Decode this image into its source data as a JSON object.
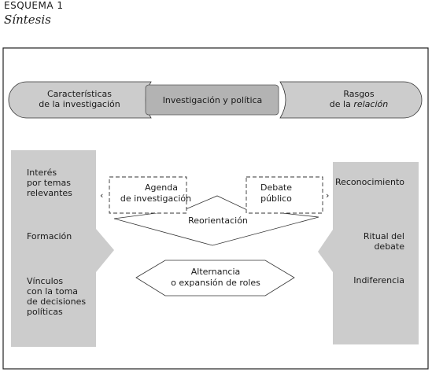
{
  "header": {
    "label": "ESQUEMA 1",
    "title": "Síntesis"
  },
  "top_row": {
    "left": [
      "Características",
      "de la investigación"
    ],
    "center": "Investigación y política",
    "right_line1": "Rasgos",
    "right_line2_prefix": "de la ",
    "right_line2_italic": "relación"
  },
  "left_panel": {
    "items": [
      [
        "Interés",
        "por temas",
        "relevantes"
      ],
      [
        "Formación"
      ],
      [
        "Vínculos",
        "con la toma",
        "de decisiones",
        "políticas"
      ]
    ]
  },
  "right_panel": {
    "items": [
      [
        "Reconocimiento"
      ],
      [
        "Ritual del",
        "debate"
      ],
      [
        "Indiferencia"
      ]
    ]
  },
  "center": {
    "agenda": [
      "Agenda",
      "de investigación"
    ],
    "debate": [
      "Debate",
      "público"
    ],
    "reorientation": "Reorientación",
    "alternation": [
      "Alternancia",
      "o  expansión de roles"
    ],
    "left_chevron": "‹",
    "right_chevron": "›"
  },
  "colors": {
    "panel": "#cccccc",
    "center_box": "#b3b3b3",
    "border": "#222222"
  }
}
